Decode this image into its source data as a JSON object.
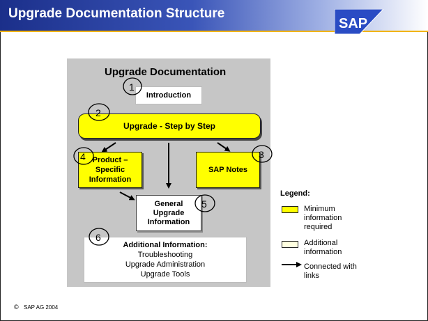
{
  "header": {
    "title": "Upgrade Documentation Structure",
    "logo_text": "SAP"
  },
  "diagram": {
    "title": "Upgrade Documentation",
    "introduction": "Introduction",
    "step_by_step": "Upgrade - Step by Step",
    "product_specific": [
      "Product –",
      "Specific",
      "Information"
    ],
    "sap_notes": "SAP Notes",
    "general_upgrade": [
      "General",
      "Upgrade",
      "Information"
    ],
    "additional": {
      "title": "Additional Information:",
      "lines": [
        "Troubleshooting",
        "Upgrade Administration",
        "Upgrade Tools"
      ]
    },
    "numbers": [
      "1",
      "2",
      "3",
      "4",
      "5",
      "6"
    ]
  },
  "legend": {
    "title": "Legend:",
    "minimum": [
      "Minimum",
      "information",
      "required"
    ],
    "additional": [
      "Additional",
      "information"
    ],
    "connected": [
      "Connected with",
      "links"
    ]
  },
  "footer": {
    "copyright_symbol": "©",
    "copyright": "SAP AG 2004"
  },
  "colors": {
    "header_blue": "#1b2f8a",
    "accent_yellow": "#ffff00",
    "panel_gray": "#c6c6c6"
  },
  "icons": {
    "logo": "sap-logo-icon",
    "arrow": "arrow-icon"
  }
}
